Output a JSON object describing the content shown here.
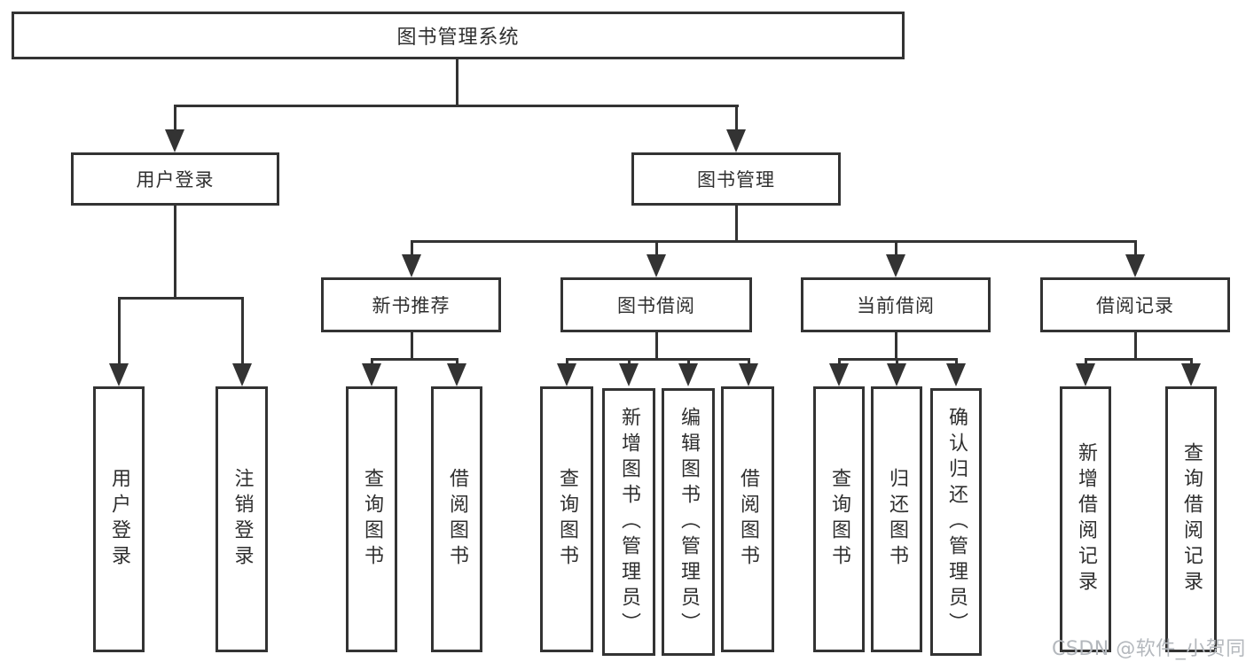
{
  "tree": {
    "label": "图书管理系统",
    "children": [
      {
        "label": "用户登录",
        "children": [
          {
            "label": "用户登录"
          },
          {
            "label": "注销登录"
          }
        ]
      },
      {
        "label": "图书管理",
        "children": [
          {
            "label": "新书推荐",
            "children": [
              {
                "label": "查询图书"
              },
              {
                "label": "借阅图书"
              }
            ]
          },
          {
            "label": "图书借阅",
            "children": [
              {
                "label": "查询图书"
              },
              {
                "label": "新增图书（管理员）"
              },
              {
                "label": "编辑图书（管理员）"
              },
              {
                "label": "借阅图书"
              }
            ]
          },
          {
            "label": "当前借阅",
            "children": [
              {
                "label": "查询图书"
              },
              {
                "label": "归还图书"
              },
              {
                "label": "确认归还（管理员）"
              }
            ]
          },
          {
            "label": "借阅记录",
            "children": [
              {
                "label": "新增借阅记录"
              },
              {
                "label": "查询借阅记录"
              }
            ]
          }
        ]
      }
    ]
  },
  "watermark": {
    "text": "CSDN @软件_小贺同学"
  },
  "colors": {
    "line": "#333333",
    "text": "#2f2f2f",
    "background": "#ffffff",
    "watermark": "#b4b8bd"
  }
}
